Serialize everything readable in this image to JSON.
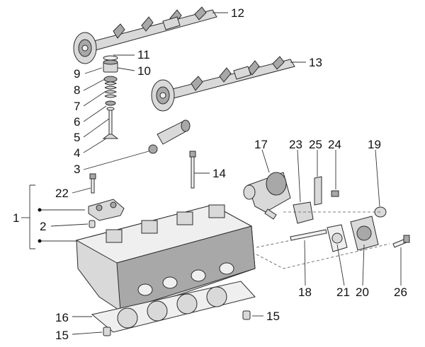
{
  "callouts": {
    "c1": "1",
    "c2": "2",
    "c3": "3",
    "c4": "4",
    "c5": "5",
    "c6": "6",
    "c7": "7",
    "c8": "8",
    "c9": "9",
    "c10": "10",
    "c11": "11",
    "c12": "12",
    "c13": "13",
    "c14": "14",
    "c15a": "15",
    "c15b": "15",
    "c16": "16",
    "c17": "17",
    "c18": "18",
    "c19": "19",
    "c20": "20",
    "c21": "21",
    "c22": "22",
    "c23": "23",
    "c24": "24",
    "c25": "25",
    "c26": "26"
  }
}
